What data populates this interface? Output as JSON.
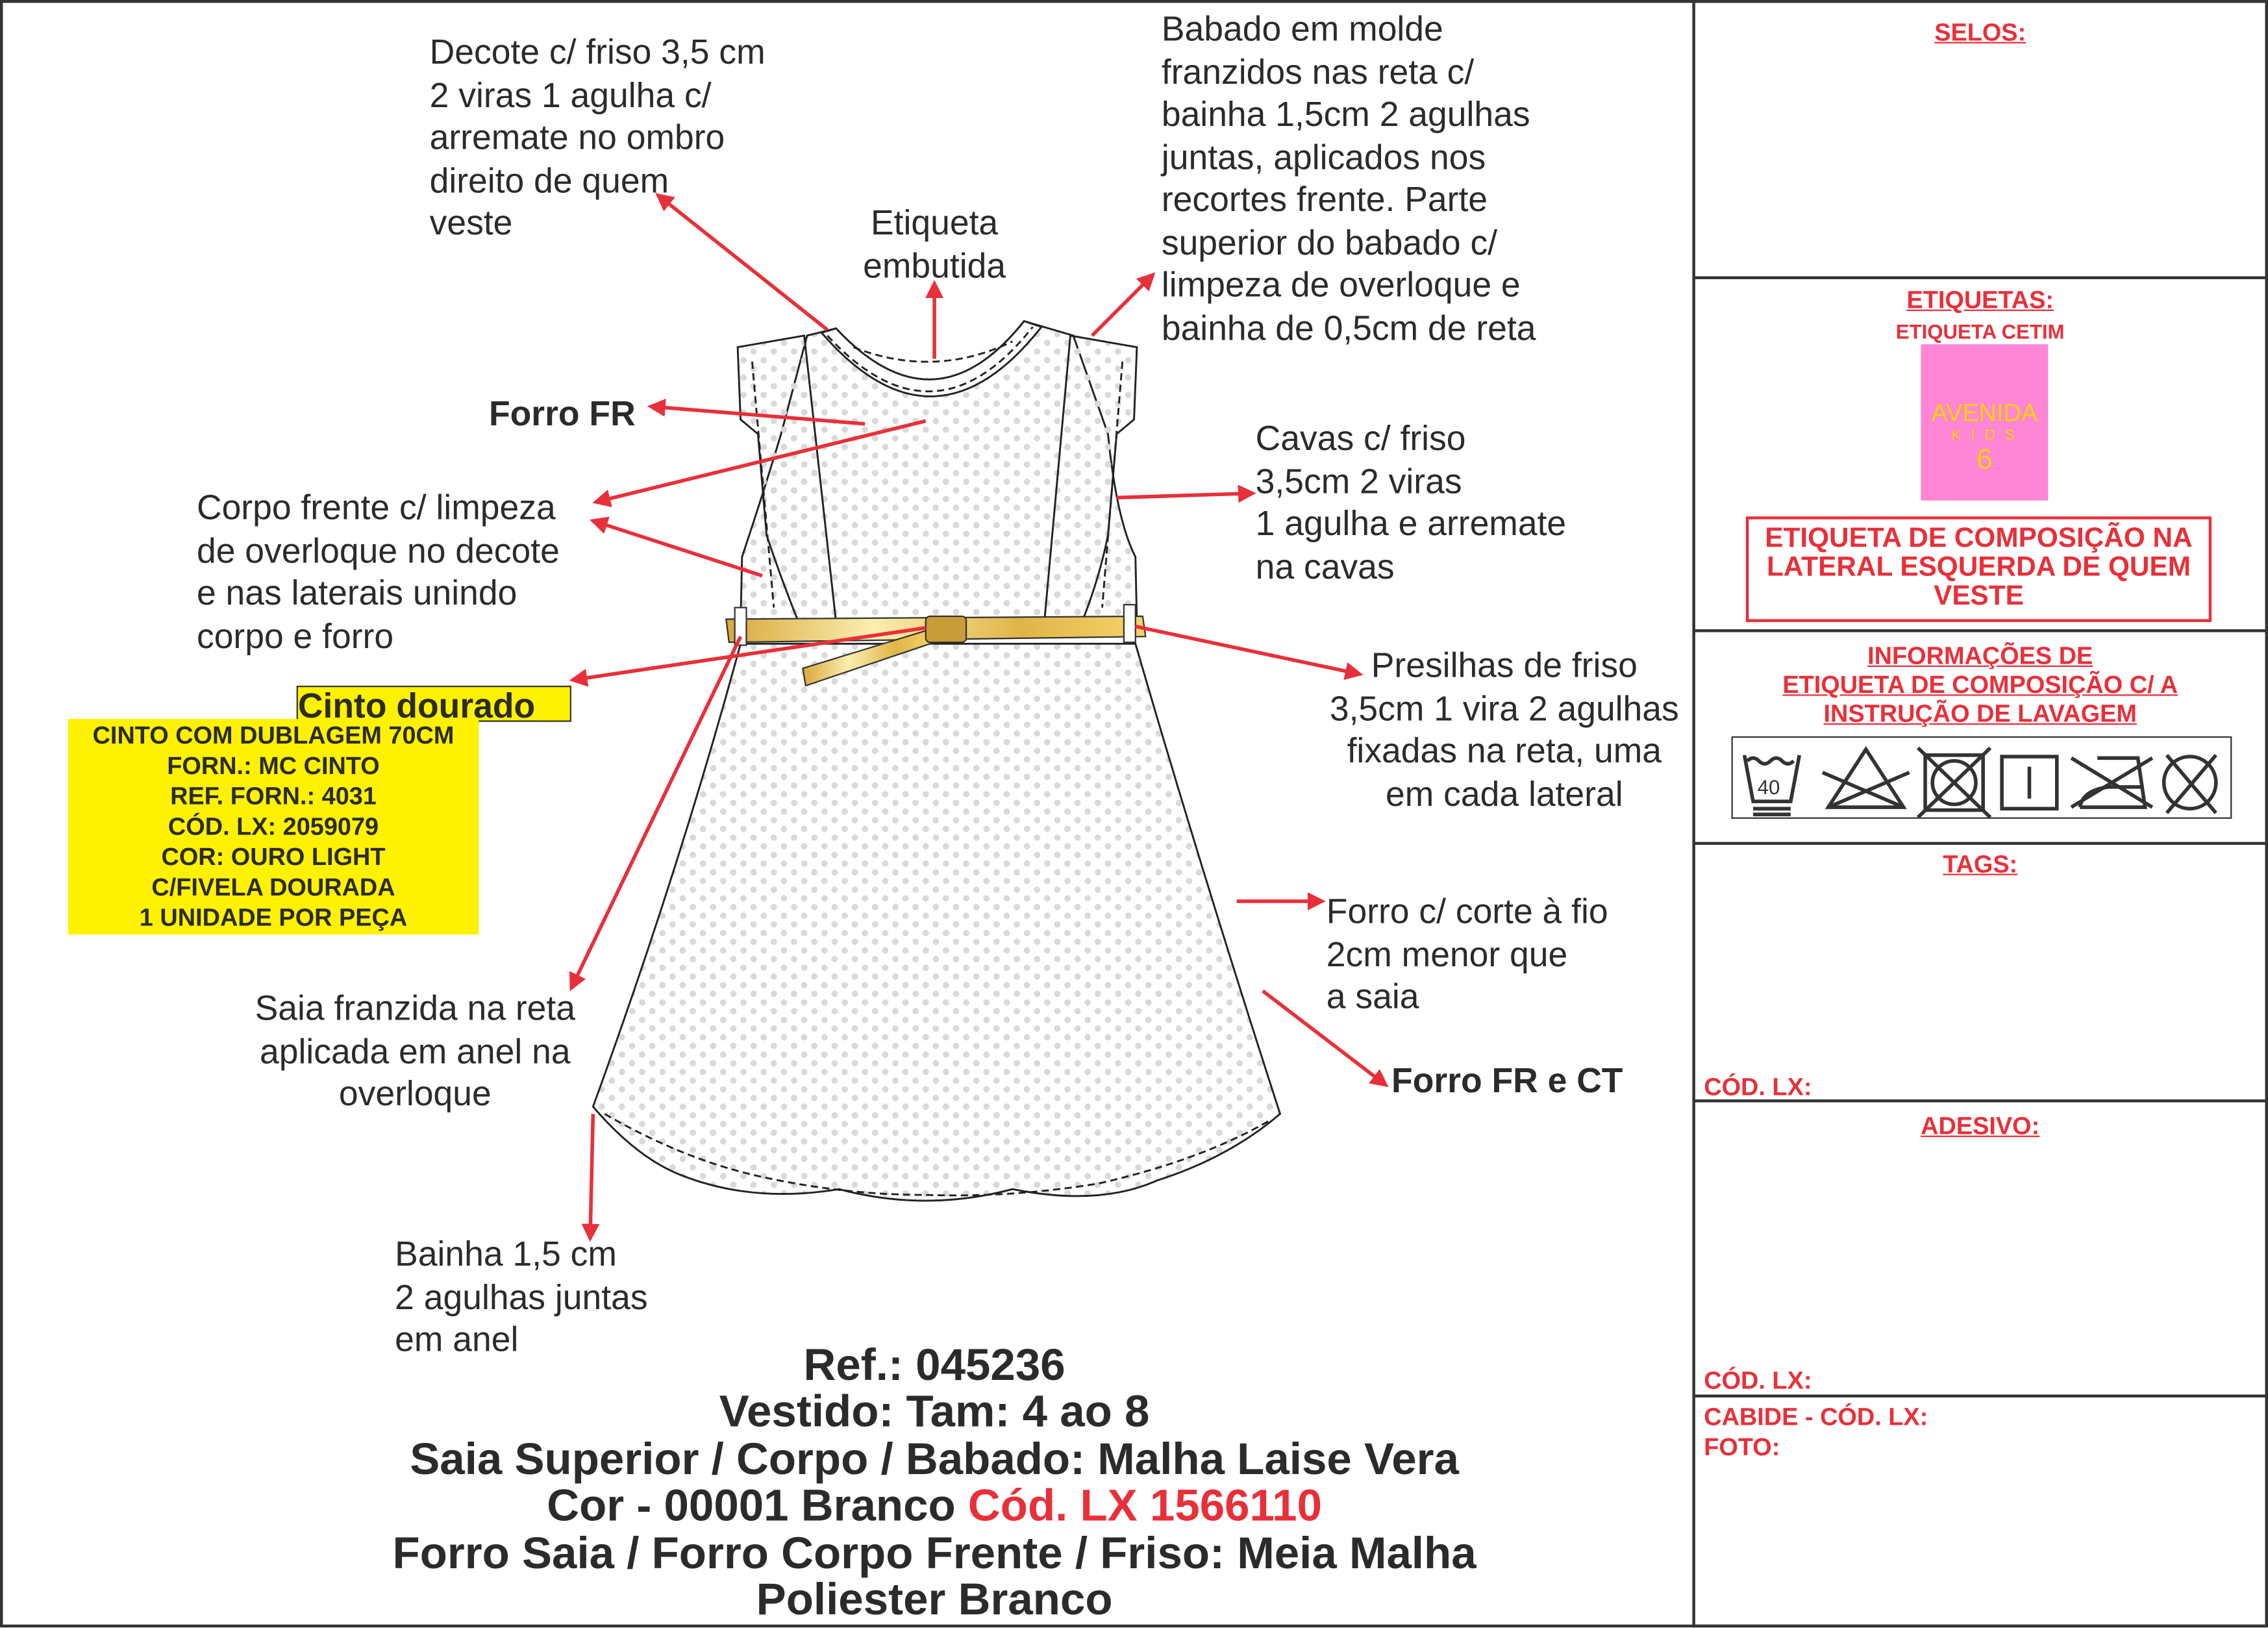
{
  "annotations": {
    "decote": "Decote c/ friso 3,5 cm\n2 viras 1 agulha c/\narremate no ombro\ndireito de quem\nveste",
    "etiqueta": "Etiqueta\nembutida",
    "babado": "Babado em molde\nfranzidos nas reta c/\nbainha 1,5cm 2 agulhas\njuntas, aplicados nos\nrecortes frente. Parte\nsuperior do babado c/\nlimpeza de overloque e\nbainha de 0,5cm de reta",
    "forro_fr": "Forro FR",
    "corpo": "Corpo frente c/ limpeza\nde overloque no decote\ne nas laterais unindo\ncorpo e forro",
    "cavas": "Cavas c/ friso\n3,5cm 2 viras\n1 agulha e arremate\nna cavas",
    "cinto_title": "Cinto dourado",
    "cinto_details": "CINTO COM DUBLAGEM 70CM\nFORN.: MC CINTO\nREF. FORN.: 4031\nCÓD. LX: 2059079\nCOR: OURO LIGHT\nC/FIVELA DOURADA\n1 UNIDADE POR PEÇA",
    "presilhas": "Presilhas de friso\n3,5cm 1 vira 2 agulhas\nfixadas na reta, uma\nem cada lateral",
    "forro_corte": "Forro c/ corte à fio\n2cm menor que\na saia",
    "forro_fr_ct": "Forro FR e CT",
    "saia": "Saia franzida na reta\naplicada em anel na\noverloque",
    "bainha": "Bainha 1,5 cm\n2 agulhas juntas\nem anel"
  },
  "product": {
    "ref": "Ref.: 045236",
    "name": "Vestido: Tam: 4 ao 8",
    "fabric": "Saia Superior / Corpo / Babado: Malha Laise Vera",
    "color": "Cor - 00001 Branco",
    "color_code": "Cód. LX 1566110",
    "lining": "Forro Saia / Forro Corpo Frente / Friso: Meia Malha",
    "lining2": "Poliester Branco"
  },
  "panel": {
    "selos": "SELOS:",
    "etiquetas": "ETIQUETAS:",
    "etiqueta_cetim": "ETIQUETA CETIM",
    "label_brand": "AVENIDA",
    "label_sub": "K I D S",
    "label_size": "6",
    "composicao_box": "ETIQUETA DE COMPOSIÇÃO NA LATERAL ESQUERDA DE QUEM VESTE",
    "informacoes": "INFORMAÇÕES DE\nETIQUETA DE COMPOSIÇÃO C/ A\nINSTRUÇÃO DE LAVAGEM",
    "wash_temp": "40",
    "care_icons": [
      "wash-40-icon",
      "no-bleach-icon",
      "no-tumble-dry-icon",
      "line-dry-icon",
      "no-iron-icon",
      "no-dry-clean-icon"
    ],
    "tags": "TAGS:",
    "tags_cod": "CÓD. LX:",
    "adesivo": "ADESIVO:",
    "adesivo_cod": "CÓD. LX:",
    "cabide": "CABIDE - CÓD. LX:",
    "foto": "FOTO:"
  },
  "colors": {
    "accent": "#e8303a",
    "highlight": "#fff200",
    "label_pink": "#ff85d6",
    "label_text": "#ffd400",
    "belt": "#e6bf4a"
  }
}
